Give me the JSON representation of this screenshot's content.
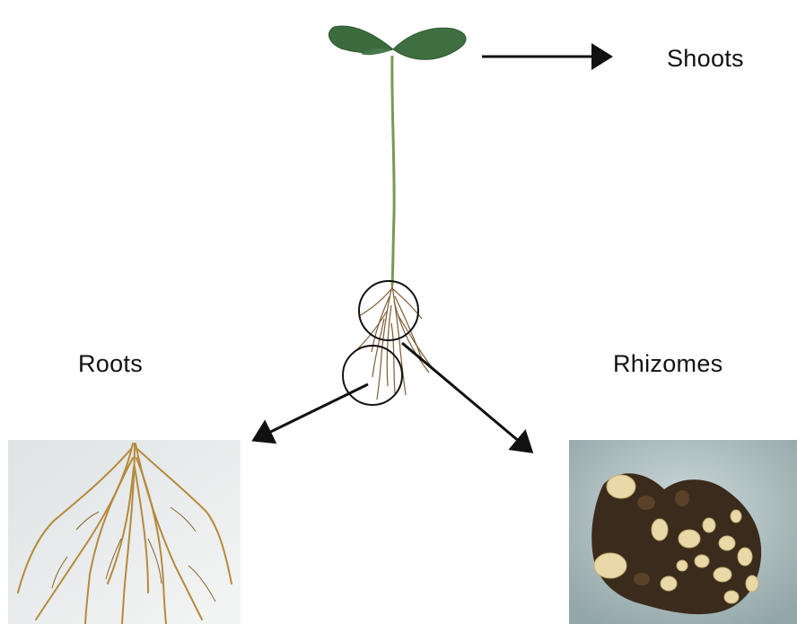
{
  "labels": {
    "shoots": "Shoots",
    "roots": "Roots",
    "rhizomes": "Rhizomes"
  },
  "colors": {
    "leaf": "#3c6b3e",
    "stem": "#7a9a52",
    "root": "#8a6a3a",
    "arrow": "#111111",
    "rhizome_bg": "#b9c7c8",
    "root_photo_bg": "#e9ecec"
  },
  "icons": [
    "plant-seedling-illustration",
    "roots-photo",
    "rhizomes-photo"
  ]
}
